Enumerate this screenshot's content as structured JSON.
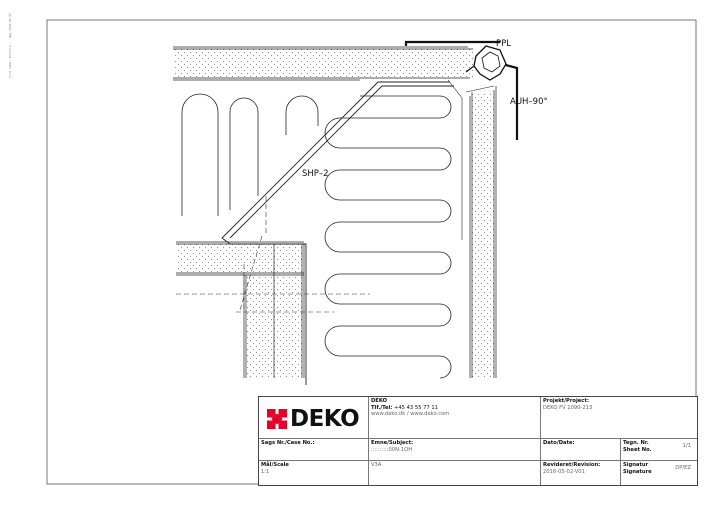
{
  "drawing": {
    "labels": {
      "ppl": "PPL",
      "auh": "AUH–90°",
      "shp": "SHP–2"
    }
  },
  "margin_note": "File name: Profile ...dwg 2016-05-02",
  "title_block": {
    "logo_text": "DEKO",
    "company": {
      "name": "DEKO",
      "tel_label": "Tlf./Tel:",
      "tel_value": "+45 43 55 77 11",
      "web": "www.deko.dk / www.deko.com"
    },
    "project": {
      "label": "Projekt/Project:",
      "value": "DEKO FV 1090-213"
    },
    "case": {
      "label": "Sags Nr./Case No.:",
      "value": ""
    },
    "subject": {
      "label": "Emne/Subject:",
      "value1": "::::::::::00N-1QH",
      "value2": "V3A"
    },
    "date": {
      "label": "Dato/Date:",
      "value": ""
    },
    "sheet": {
      "label1": "Tegn. Nr.",
      "label2": "Sheet No.",
      "value": "1/1"
    },
    "scale": {
      "label": "Mål/Scale",
      "value": "1:1"
    },
    "revision": {
      "label": "Revideret/Revision:",
      "value": "2016-05-02-V01"
    },
    "signature": {
      "label1": "Signatur",
      "label2": "Signature",
      "value": "DP/EZ"
    }
  },
  "colors": {
    "line": "#222222",
    "hatch": "#555555",
    "logo_red": "#e4002b"
  }
}
